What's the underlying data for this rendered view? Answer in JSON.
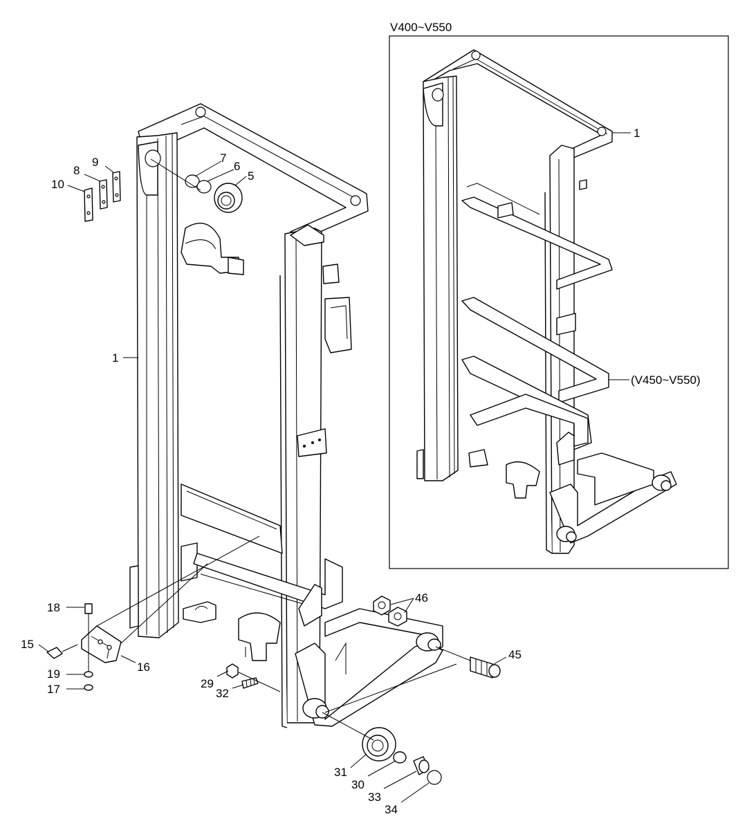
{
  "inset": {
    "title": "V400~V550",
    "variant_note": "(V450~V550)",
    "callout_mast": "1"
  },
  "callouts": {
    "mast": "1",
    "c5": "5",
    "c6": "6",
    "c7": "7",
    "c8": "8",
    "c9": "9",
    "c10": "10",
    "c15": "15",
    "c16": "16",
    "c17": "17",
    "c18": "18",
    "c19": "19",
    "c29": "29",
    "c30": "30",
    "c31": "31",
    "c32": "32",
    "c33": "33",
    "c34": "34",
    "c45": "45",
    "c46": "46"
  }
}
